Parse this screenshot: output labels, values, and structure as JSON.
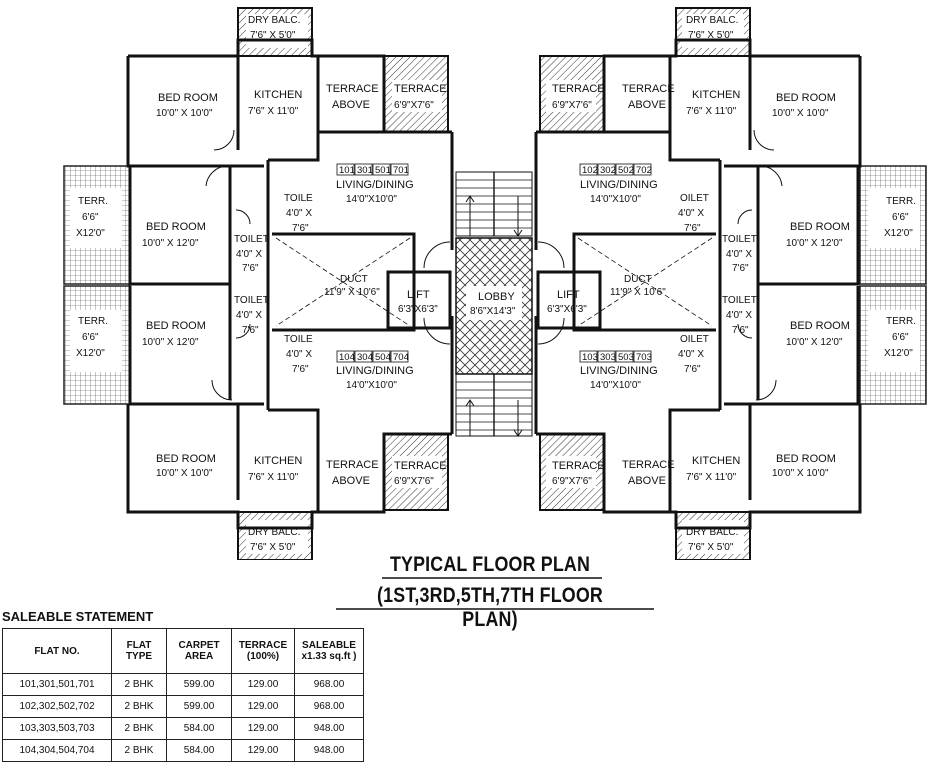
{
  "plan": {
    "rooms": {
      "dry_balc_tl": "DRY BALC.",
      "dry_balc_tl_dim": "7'6\" X 5'0\"",
      "dry_balc_tr": "DRY BALC.",
      "dry_balc_tr_dim": "7'6\" X 5'0\"",
      "dry_balc_bl": "DRY BALC.",
      "dry_balc_bl_dim": "7'6\" X 5'0\"",
      "dry_balc_br": "DRY BALC.",
      "dry_balc_br_dim": "7'6\" X 5'0\"",
      "bed_tl": "BED ROOM",
      "bed_tl_dim": "10'0\" X 10'0\"",
      "bed_tr": "BED ROOM",
      "bed_tr_dim": "10'0\" X 10'0\"",
      "bed_bl": "BED ROOM",
      "bed_bl_dim": "10'0\" X 10'0\"",
      "bed_br": "BED ROOM",
      "bed_br_dim": "10'0\" X 10'0\"",
      "kitchen_tl": "KITCHEN",
      "kitchen_tl_dim": "7'6\" X 11'0\"",
      "kitchen_tr": "KITCHEN",
      "kitchen_tr_dim": "7'6\" X 11'0\"",
      "kitchen_bl": "KITCHEN",
      "kitchen_bl_dim": "7'6\" X 11'0\"",
      "kitchen_br": "KITCHEN",
      "kitchen_br_dim": "7'6\" X 11'0\"",
      "terrace_above_l1": "TERRACE",
      "terrace_above_l2": "ABOVE",
      "terrace": "TERRACE",
      "terrace_dim": "6'9\"X7'6\"",
      "bed2_ml": "BED ROOM",
      "bed2_ml_dim": "10'0\" X 12'0\"",
      "bed2_mr": "BED ROOM",
      "bed2_mr_dim": "10'0\" X 12'0\"",
      "bed3_ml": "BED ROOM",
      "bed3_ml_dim": "10'0\" X 12'0\"",
      "bed3_mr": "BED ROOM",
      "bed3_mr_dim": "10'0\" X 12'0\"",
      "terr_l1": "TERR.",
      "terr_l2": "6'6\"",
      "terr_l3": "X12'0\"",
      "toilet": "TOILET",
      "toilet_short": "TOILE",
      "toilet_short2": "OILET",
      "toilet_dim1": "4'0\" X",
      "toilet_dim2": "7'6\"",
      "living_tl_nums": [
        "101",
        "301",
        "501",
        "701"
      ],
      "living_tr_nums": [
        "102",
        "302",
        "502",
        "702"
      ],
      "living_bl_nums": [
        "104",
        "304",
        "504",
        "704"
      ],
      "living_br_nums": [
        "103",
        "303",
        "503",
        "703"
      ],
      "living": "LIVING/DINING",
      "living_dim": "14'0\"X10'0\"",
      "duct": "DUCT",
      "duct_dim": "11'9\" X 10'6\"",
      "lift": "LIFT",
      "lift_dim": "6'3\"X6'3\"",
      "lobby": "LOBBY",
      "lobby_dim": "8'6\"X14'3\"",
      "up": "UP"
    }
  },
  "title": {
    "line1": "TYPICAL FLOOR PLAN",
    "line2": "(1ST,3RD,5TH,7TH FLOOR PLAN)"
  },
  "statement": {
    "title": "SALEABLE STATEMENT",
    "headers": [
      [
        "FLAT NO."
      ],
      [
        "FLAT",
        "TYPE"
      ],
      [
        "CARPET",
        "AREA"
      ],
      [
        "TERRACE",
        "(100%)"
      ],
      [
        "SALEABLE",
        "x1.33 sq.ft )"
      ]
    ],
    "rows": [
      [
        "101,301,501,701",
        "2 BHK",
        "599.00",
        "129.00",
        "968.00"
      ],
      [
        "102,302,502,702",
        "2 BHK",
        "599.00",
        "129.00",
        "968.00"
      ],
      [
        "103,303,503,703",
        "2 BHK",
        "584.00",
        "129.00",
        "948.00"
      ],
      [
        "104,304,504,704",
        "2 BHK",
        "584.00",
        "129.00",
        "948.00"
      ]
    ]
  }
}
